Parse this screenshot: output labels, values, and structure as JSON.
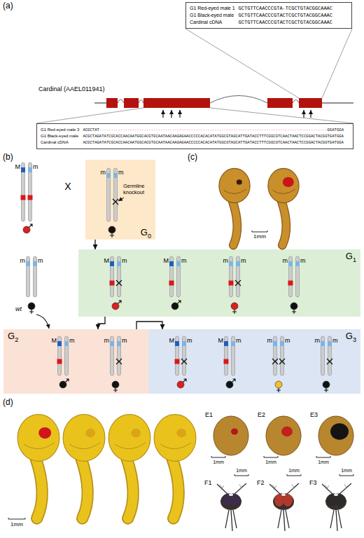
{
  "diagram": {
    "nodes": [
      {
        "text": [
          "G1 Red-eyed male 1",
          "GCTGTTCAACCCGTA-TCGCTGTACGGCAAAC",
          "G1 Black-eyed male",
          "GCTGTTCAACCCGTACTCGCTGTACGGCAAAC",
          "Cardinal cDNA",
          "GCTGTTCAACCCGTACTCGCTGTACGGCAAAC"
        ]
      },
      {
        "text": [
          "G1 Red-eyed male 3",
          "ACGCTAT-------------------------------------------------------------------------------------------------GGATGGA",
          "G1 Black-eyed male",
          "ACGCTAGATATCGCACCAACAATGGCACGTGCAATAACAAGAGAACCCCCACACATATGGCGTAGCATTGATACCTTTCGGCGTCAACTAACTCCGGACTACGGTGATGGA",
          "Cardinal cDNA",
          "ACGCTAGATATCGCACCAACAATGGCACGTGCAATAACAAGAGAACCCCCACACATATGGCGTAGCATTGATACCTTTCGGCGTCAACTAACTCCGGACTACGGTGATGGA"
        ]
      },
      {
        "text": [
          "G0"
        ]
      },
      {
        "text": [
          "G1"
        ]
      },
      {
        "text": [
          "G2"
        ]
      },
      {
        "text": [
          "G3"
        ]
      }
    ],
    "edges": [
      {
        "from": 2,
        "to": 3,
        "arrow": "to"
      },
      {
        "from": 3,
        "to": 4,
        "arrow": "to"
      },
      {
        "from": 4,
        "to": 5,
        "arrow": "to"
      }
    ],
    "labels": [
      "(a)",
      "Cardinal (AAEL011941)",
      "(b)",
      "M",
      "m",
      "X",
      "m",
      "m",
      "Germline knockout",
      "m",
      "m",
      "wt",
      "M",
      "m",
      "M",
      "m",
      "m",
      "m",
      "m",
      "m",
      "M",
      "m",
      "m",
      "m",
      "M",
      "m",
      "M",
      "m",
      "m",
      "m",
      "m",
      "m",
      "(c)",
      "1mm",
      "(d)",
      "1mm",
      "E1",
      "1mm",
      "E2",
      "1mm",
      "E3",
      "1mm",
      "F1",
      "1mm",
      "F2",
      "1mm",
      "F3",
      "1mm"
    ]
  }
}
